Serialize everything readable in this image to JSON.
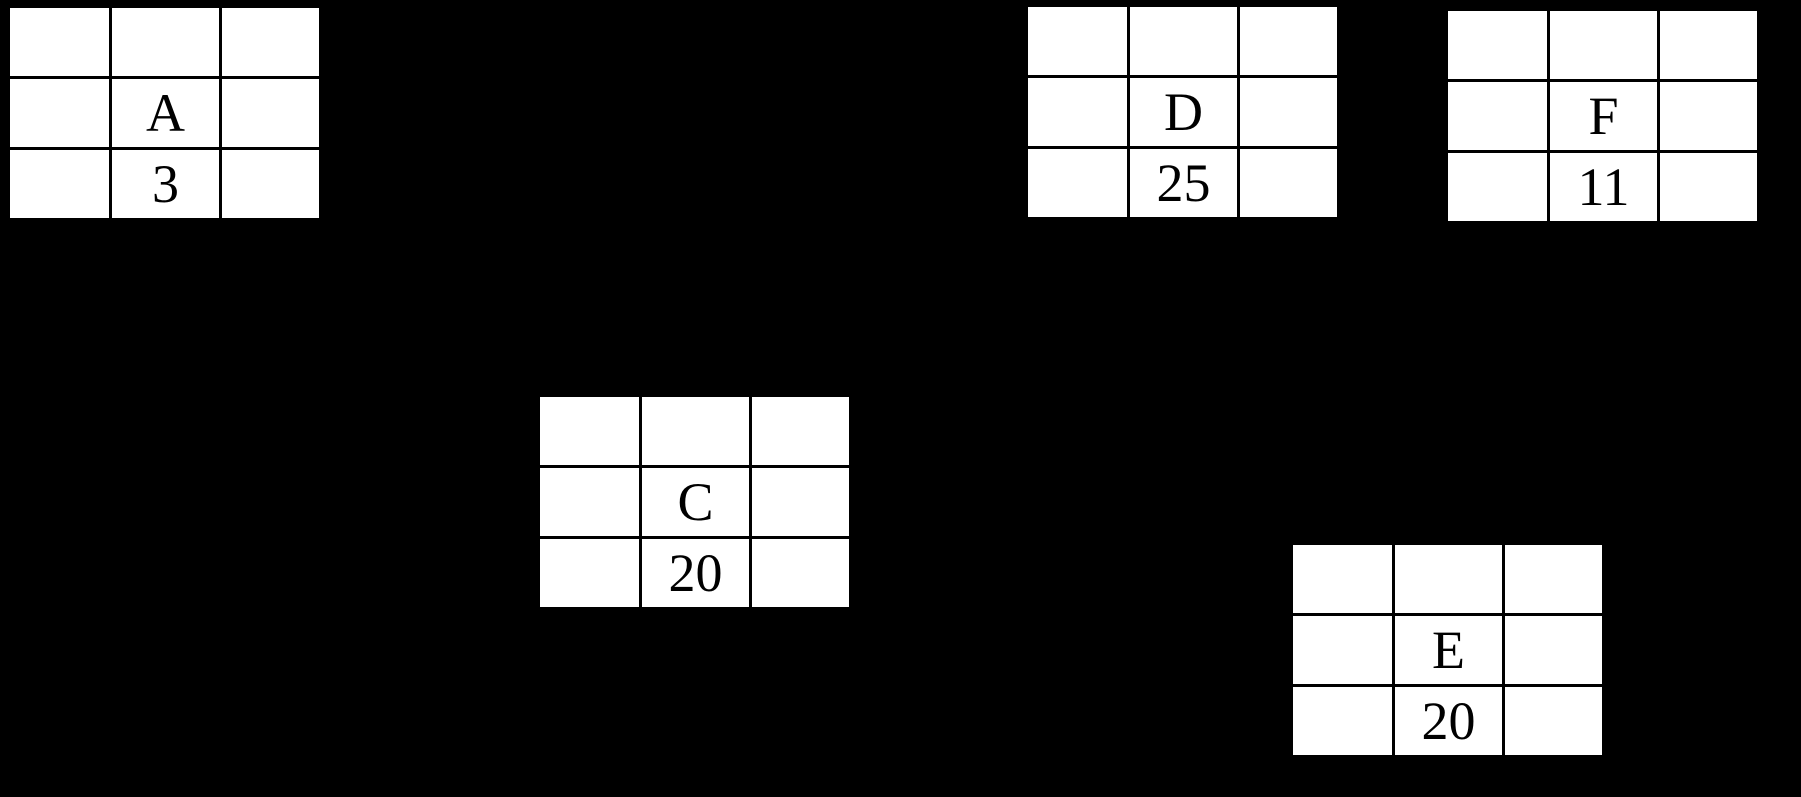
{
  "canvas": {
    "background_color": "#000000",
    "node_fill_color": "#ffffff",
    "grid_line_color": "#000000",
    "text_color": "#000000"
  },
  "diagram": {
    "node_grid_rows": 3,
    "node_grid_cols": 3
  },
  "nodes": [
    {
      "label": "A",
      "value": "3"
    },
    {
      "label": "D",
      "value": "25"
    },
    {
      "label": "F",
      "value": "11"
    },
    {
      "label": "C",
      "value": "20"
    },
    {
      "label": "E",
      "value": "20"
    }
  ]
}
